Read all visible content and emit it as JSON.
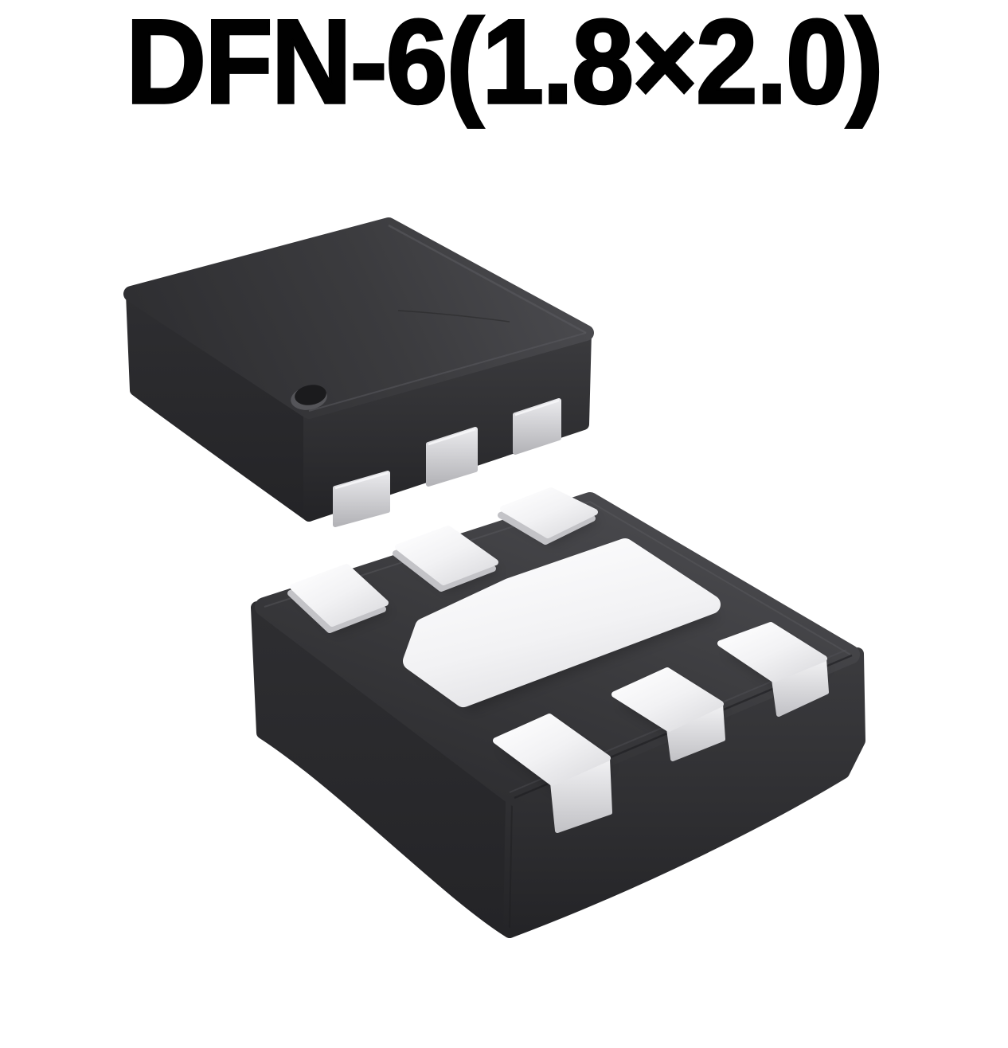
{
  "title": {
    "text": "DFN-6(1.8×2.0)"
  },
  "package": {
    "name": "DFN-6",
    "body_size": "1.8×2.0",
    "views": {
      "top_view": {
        "description": "molded top of package, isometric",
        "visible_side_pins": 3,
        "pin1_marker": "round dimple dot near front corner"
      },
      "bottom_view": {
        "description": "underside of package, isometric",
        "perimeter_pads": 6,
        "exposed_pad": "large central thermal pad with chamfered pin-1 corner",
        "wrapped_pads_on_front_edge": 3
      }
    }
  },
  "colors": {
    "bg": "#ffffff",
    "title": "#010101",
    "faceLight": "#4a4a4e",
    "face": "#3b3b3e",
    "faceDark": "#2e2e31",
    "faceDarker": "#242427",
    "pad": "#f2f2f4",
    "padBright": "#fcfcfd",
    "padDim": "#dfdfe2",
    "padSide": "#c3c3c7",
    "pinTop": "#e9e9ec",
    "pinBottom": "#b4b4b8",
    "dot": "#1b1b1d",
    "crease": "#1d1d1f",
    "highlight": "#5a5a5f"
  }
}
